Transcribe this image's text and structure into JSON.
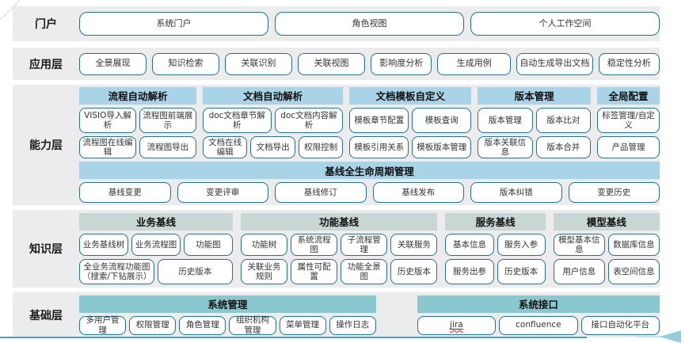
{
  "colors": {
    "band_bg": "#ECECEC",
    "button_border": "#24718E",
    "header_blue": "#A9D4E7",
    "header_sage": "#C8D7D3",
    "header_teal": "#8AC8CF",
    "bottom_line": "#35A3C9",
    "arrow": "#93CFDA"
  },
  "portal": {
    "label": "门户",
    "items": [
      "系统门户",
      "角色视图",
      "个人工作空间"
    ]
  },
  "application": {
    "label": "应用层",
    "items": [
      "全景展现",
      "知识检索",
      "关联识别",
      "关联视图",
      "影响度分析",
      "生成用例",
      "自动生成导出文档",
      "稳定性分析"
    ]
  },
  "capability": {
    "label": "能力层",
    "groups": [
      {
        "header": "流程自动解析",
        "row1": [
          "VISIO导入解析",
          "流程图前端展示"
        ],
        "row2": [
          "流程图在线编辑",
          "流程图导出"
        ]
      },
      {
        "header": "文档自动解析",
        "row1": [
          "doc文档章节解析",
          "doc文档内容解析"
        ],
        "row2": [
          "文档在线编辑",
          "文档导出",
          "权限控制"
        ]
      },
      {
        "header": "文档模板自定义",
        "row1": [
          "模板章节配置",
          "模板查询"
        ],
        "row2": [
          "模板引用关系",
          "模板版本管理"
        ]
      },
      {
        "header": "版本管理",
        "row1": [
          "版本管理",
          "版本比对"
        ],
        "row2": [
          "版本关联信息",
          "版本合并"
        ]
      },
      {
        "header": "全局配置",
        "row1": [
          "标签管理/自定义"
        ],
        "row2": [
          "产品管理"
        ]
      }
    ],
    "baseline": {
      "header": "基线全生命周期管理",
      "items": [
        "基线变更",
        "变更评审",
        "基线修订",
        "基线发布",
        "版本纠错",
        "变更历史"
      ]
    }
  },
  "knowledge": {
    "label": "知识层",
    "groups": [
      {
        "header": "业务基线",
        "row1": [
          "业务基线树",
          "业务流程图",
          "功能图"
        ],
        "row2": [
          "全业务流程功能图（搜索/下钻展示）",
          "历史版本"
        ]
      },
      {
        "header": "功能基线",
        "row1": [
          "功能树",
          "系统流程图",
          "子流程管理",
          "关联服务"
        ],
        "row2": [
          "关联业务规则",
          "属性可配置",
          "功能全景图",
          "历史版本"
        ]
      },
      {
        "header": "服务基线",
        "row1": [
          "基本信息",
          "服务入参"
        ],
        "row2": [
          "服务出参",
          "历史版本"
        ]
      },
      {
        "header": "模型基线",
        "row1": [
          "模型基本信息",
          "数据库信息"
        ],
        "row2": [
          "用户信息",
          "表空间信息"
        ]
      }
    ]
  },
  "base": {
    "label": "基础层",
    "groups": [
      {
        "header": "系统管理",
        "items": [
          "多用户管理",
          "权限管理",
          "角色管理",
          "组织机构管理",
          "菜单管理",
          "操作日志"
        ]
      },
      {
        "header": "系统接口",
        "items": [
          "jira",
          "confluence",
          "接口自动化平台"
        ]
      }
    ]
  }
}
